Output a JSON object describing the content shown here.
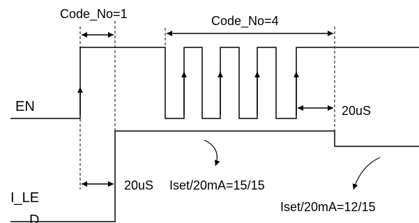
{
  "colors": {
    "line": "#000000",
    "background": "#ffffff"
  },
  "signals": {
    "en": "EN",
    "iled_line1": "I_LE",
    "iled_line2": "D"
  },
  "labels": {
    "code_no_1": "Code_No=1",
    "code_no_4": "Code_No=4",
    "time_20us_a": "20uS",
    "time_20us_b": "20uS",
    "iset_a": "Iset/20mA=15/15",
    "iset_b": "Iset/20mA=12/15"
  }
}
